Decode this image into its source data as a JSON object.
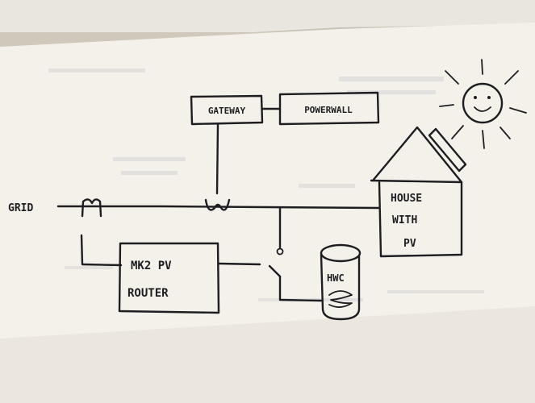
{
  "labels": {
    "gateway": "GATEWAY",
    "powerwall": "POWERWALL",
    "grid": "GRID",
    "router_line1": "MK2  PV",
    "router_line2": "ROUTER",
    "house_line1": "HOUSE",
    "house_line2": "WITH",
    "house_line3": "PV",
    "hwc": "HWC"
  },
  "colors": {
    "paper": "#f4f1ea",
    "paper_shadow": "#c9c2b6",
    "ink": "#1d1d22"
  }
}
